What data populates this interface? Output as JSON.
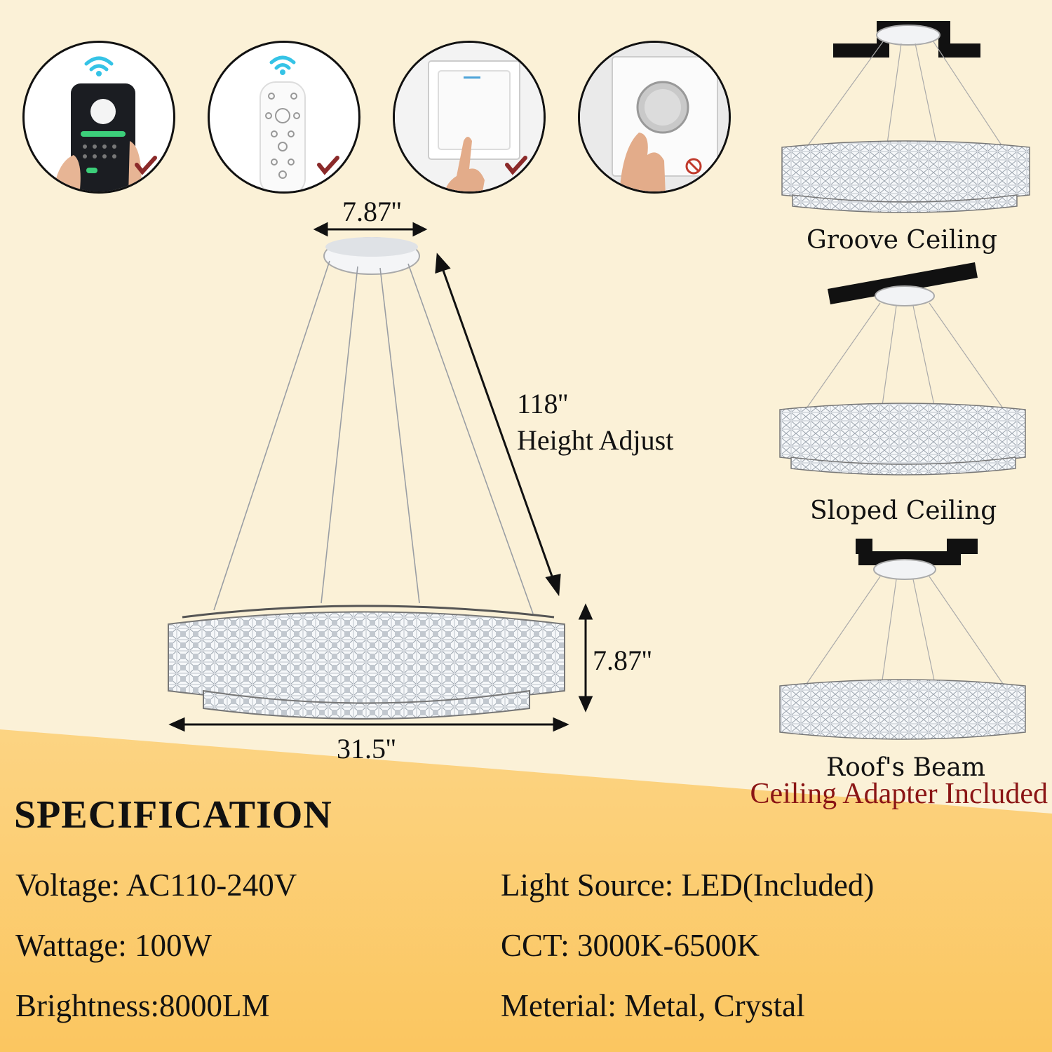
{
  "controls": [
    {
      "name": "app control",
      "icon": "smartphone-app-icon",
      "status": "supported"
    },
    {
      "name": "remote control",
      "icon": "remote-control-icon",
      "status": "supported"
    },
    {
      "name": "wall switch",
      "icon": "wall-switch-icon",
      "status": "supported"
    },
    {
      "name": "dimmer knob",
      "icon": "dimmer-knob-icon",
      "status": "not-supported"
    }
  ],
  "dimensions": {
    "canopy_width": "7.87''",
    "height_value": "118''",
    "height_label": "Height Adjust",
    "ring_height": "7.87''",
    "ring_diameter": "31.5''"
  },
  "ceilings": [
    {
      "label": "Groove Ceiling"
    },
    {
      "label": "Sloped Ceiling"
    },
    {
      "label": "Roof's Beam"
    }
  ],
  "adapter_note": "Ceiling Adapter Included",
  "spec": {
    "title": "SPECIFICATION",
    "voltage": "Voltage: AC110-240V",
    "wattage": "Wattage: 100W",
    "brightness": "Brightness:8000LM",
    "light_source": "Light Source: LED(Included)",
    "cct": "CCT: 3000K-6500K",
    "material": "Meterial: Metal, Crystal"
  },
  "colors": {
    "background": "#fbf1d7",
    "orange_band": "#fccc72",
    "check_mark": "#8b2a2a",
    "adapter_text": "#8b1515",
    "wifi": "#35c3e6"
  }
}
